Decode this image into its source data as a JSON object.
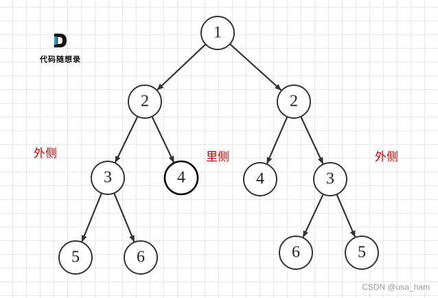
{
  "logo": {
    "text": "代码随想录"
  },
  "labels": {
    "left_outer": "外侧",
    "inner": "里侧",
    "right_outer": "外侧"
  },
  "tree": {
    "nodes": [
      {
        "id": "root",
        "value": "1"
      },
      {
        "id": "left",
        "value": "2"
      },
      {
        "id": "right",
        "value": "2"
      },
      {
        "id": "left-left",
        "value": "3"
      },
      {
        "id": "left-right",
        "value": "4"
      },
      {
        "id": "right-left",
        "value": "4"
      },
      {
        "id": "right-right",
        "value": "3"
      },
      {
        "id": "left-left-left",
        "value": "5"
      },
      {
        "id": "left-left-right",
        "value": "6"
      },
      {
        "id": "right-right-left",
        "value": "6"
      },
      {
        "id": "right-right-right",
        "value": "5"
      }
    ],
    "edges": [
      [
        "root",
        "left"
      ],
      [
        "root",
        "right"
      ],
      [
        "left",
        "left-left"
      ],
      [
        "left",
        "left-right"
      ],
      [
        "right",
        "right-left"
      ],
      [
        "right",
        "right-right"
      ],
      [
        "left-left",
        "left-left-left"
      ],
      [
        "left-left",
        "left-left-right"
      ],
      [
        "right-right",
        "right-right-left"
      ],
      [
        "right-right",
        "right-right-right"
      ]
    ]
  },
  "watermark": "CSDN @usa_ham"
}
